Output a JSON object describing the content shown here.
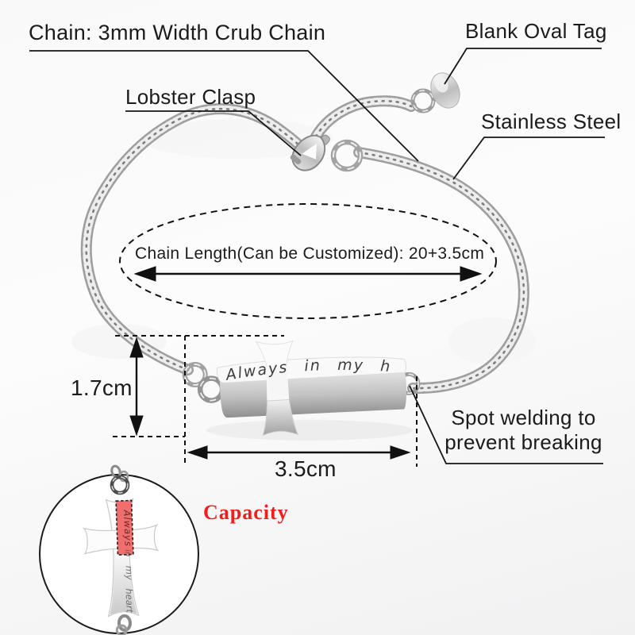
{
  "labels": {
    "chain": "Chain: 3mm Width Crub Chain",
    "blank_oval_tag": "Blank Oval Tag",
    "lobster_clasp": "Lobster Clasp",
    "stainless_steel": "Stainless Steel",
    "chain_length": "Chain Length(Can be Customized): 20+3.5cm",
    "spot_welding_line1": "Spot welding to",
    "spot_welding_line2": "prevent breaking",
    "capacity": "Capacity",
    "pendant_height": "1.7cm",
    "pendant_width": "3.5cm"
  },
  "engravings": {
    "pendant": "Always in my heart",
    "inset_word1": "Always",
    "inset_word2": "in",
    "inset_word3": "my",
    "inset_word4": "heart"
  },
  "colors": {
    "annotation_ink": "#1b1b1b",
    "capacity_red": "#f21d1d",
    "capacity_cavity_fill": "#f06e6e",
    "metal_light": "#f2f2f2",
    "metal_dark": "#8e8e8e"
  }
}
